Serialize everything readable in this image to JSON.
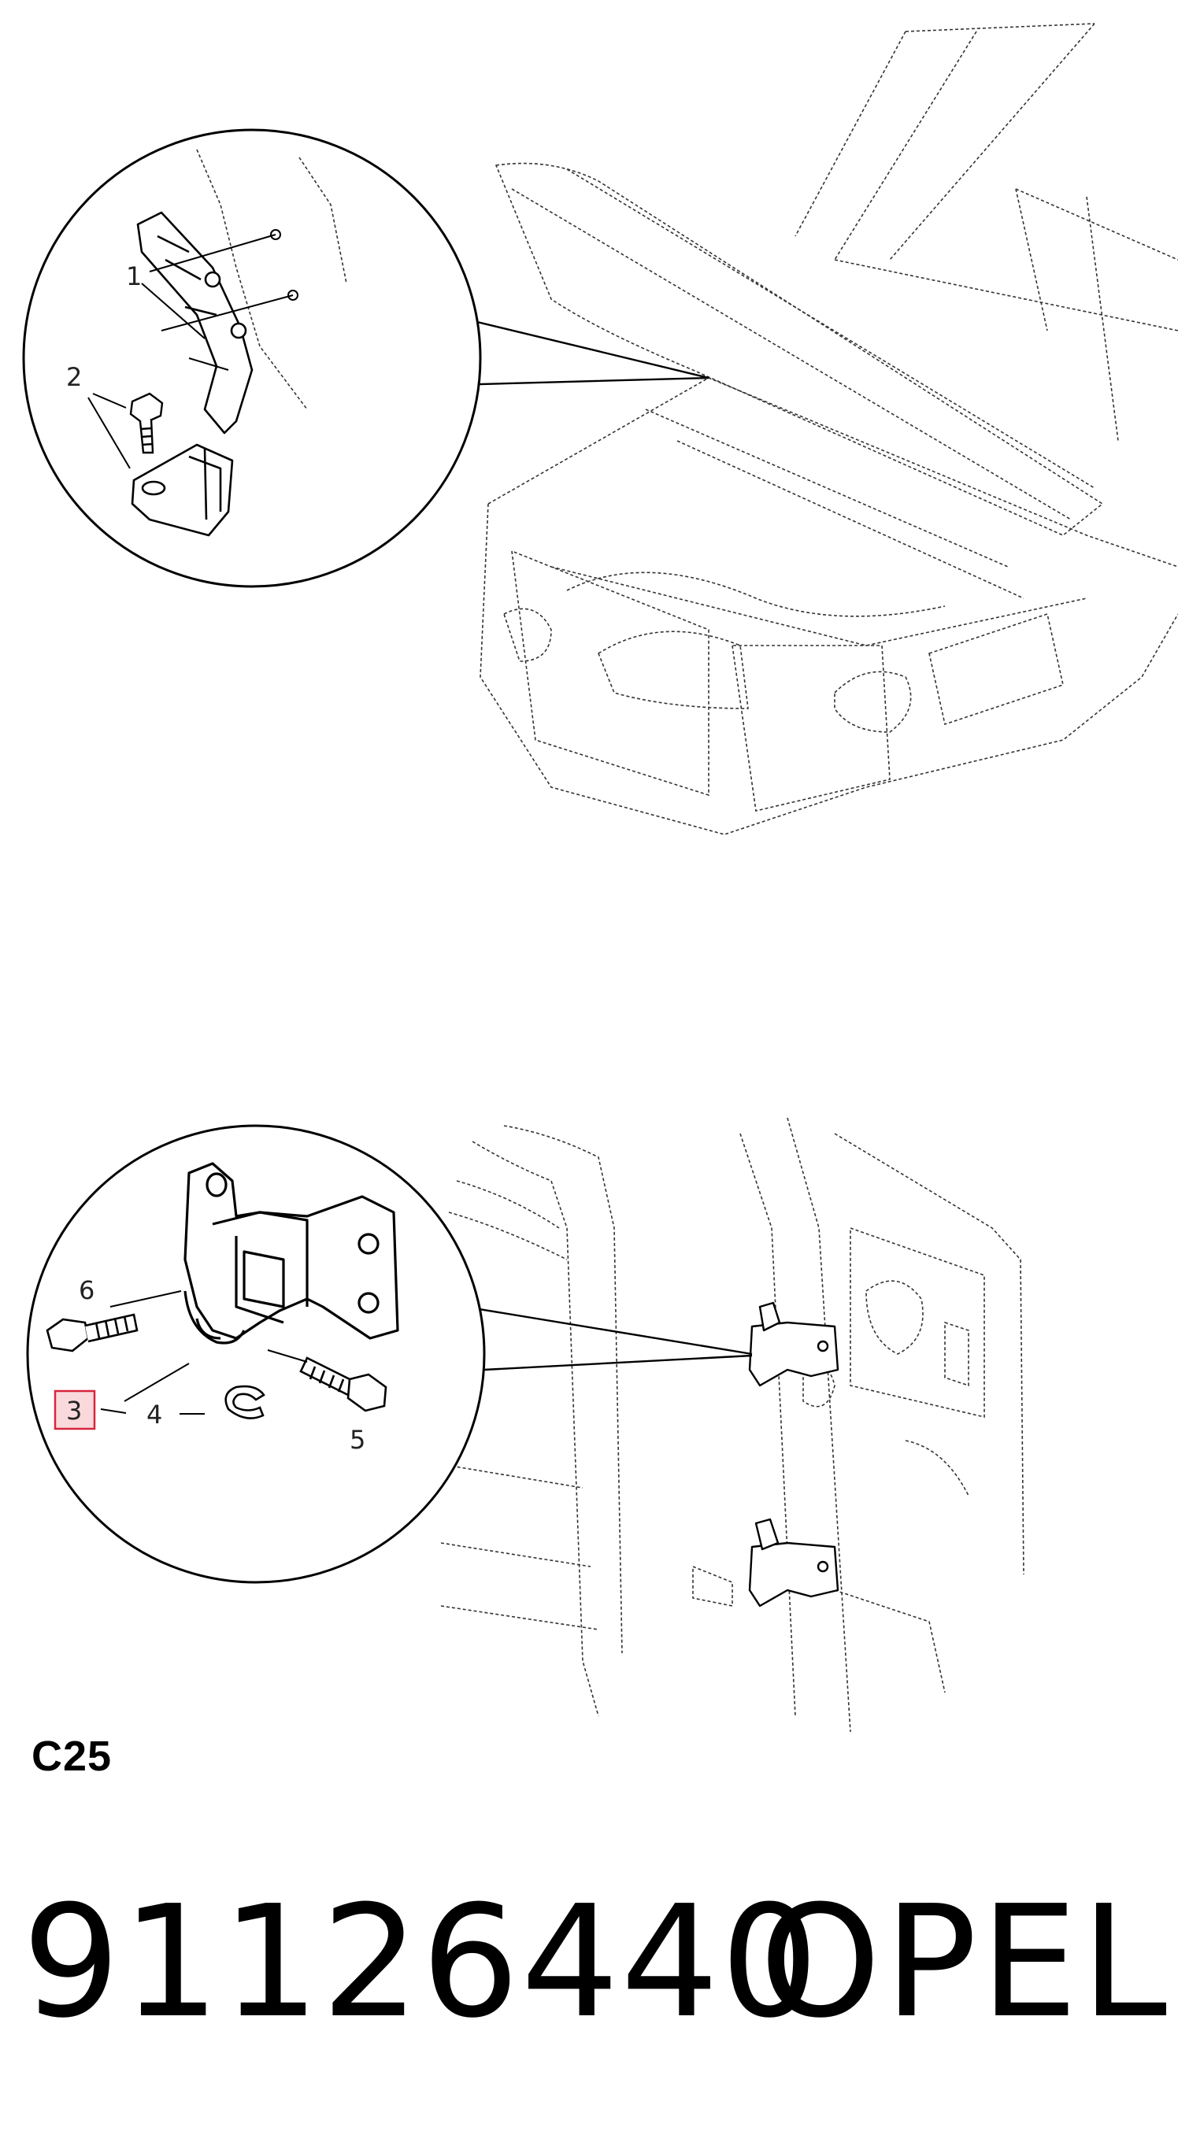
{
  "diagram": {
    "top_view": {
      "callouts": [
        {
          "id": "1",
          "text": "1"
        },
        {
          "id": "2",
          "text": "2"
        }
      ]
    },
    "bottom_view": {
      "callouts": [
        {
          "id": "3",
          "text": "3"
        },
        {
          "id": "4",
          "text": "4"
        },
        {
          "id": "5",
          "text": "5"
        },
        {
          "id": "6",
          "text": "6"
        }
      ],
      "highlighted_callout": "3",
      "highlight_color": "#d7263d"
    }
  },
  "section_code": "C25",
  "part_number": "91126440",
  "brand": "OPEL"
}
